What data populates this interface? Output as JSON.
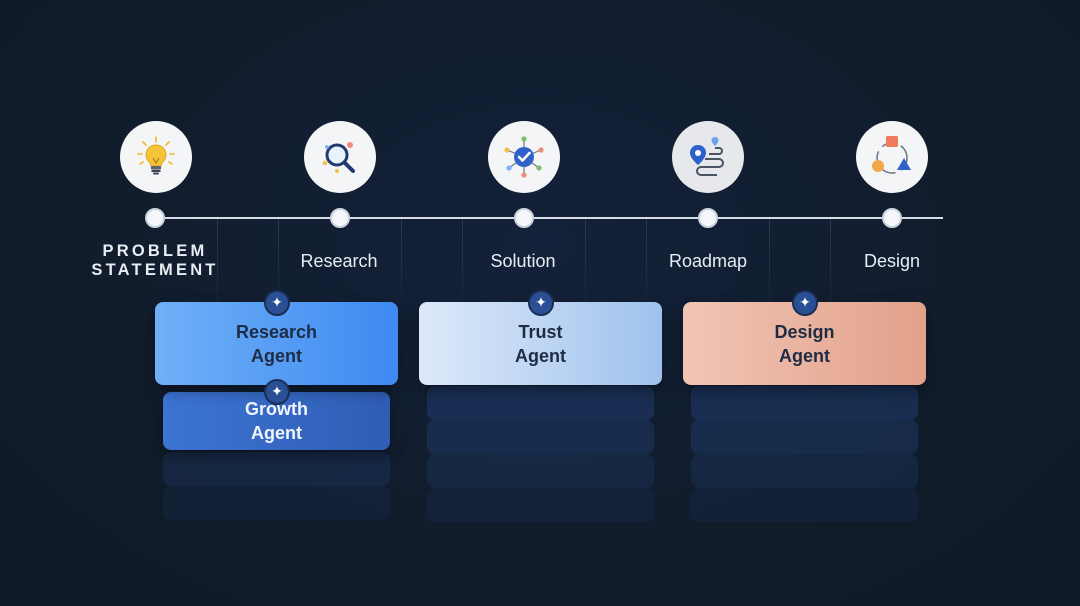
{
  "steps": [
    {
      "label": "PROBLEM STATEMENT",
      "icon": "lightbulb-icon"
    },
    {
      "label": "Research",
      "icon": "magnifier-icon"
    },
    {
      "label": "Solution",
      "icon": "network-check-icon"
    },
    {
      "label": "Roadmap",
      "icon": "route-pin-icon"
    },
    {
      "label": "Design",
      "icon": "shapes-icon"
    }
  ],
  "cards": {
    "research_agent": {
      "line1": "Research",
      "line2": "Agent"
    },
    "growth_agent": {
      "line1": "Growth",
      "line2": "Agent"
    },
    "trust_agent": {
      "line1": "Trust",
      "line2": "Agent"
    },
    "design_agent": {
      "line1": "Design",
      "line2": "Agent"
    }
  },
  "badge_glyph": "✦",
  "colors": {
    "background": "#111c2b",
    "research": "#4a90f0",
    "trust": "#b9d3f3",
    "design": "#e7ab96",
    "growth": "#3a6fc9"
  }
}
